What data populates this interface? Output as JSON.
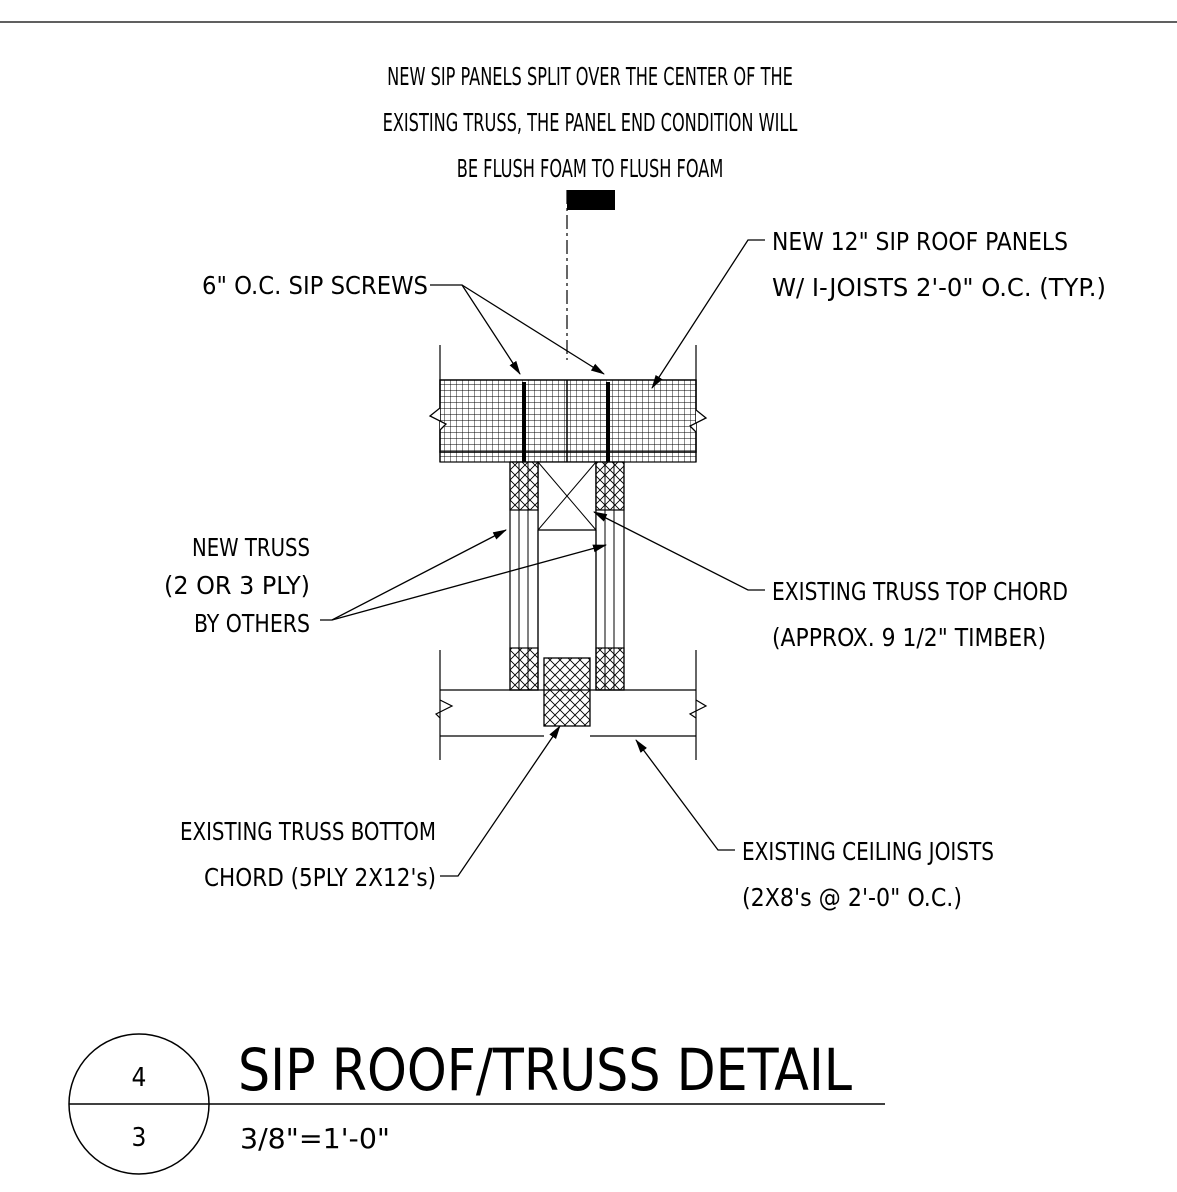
{
  "top_note": {
    "line1": "NEW SIP PANELS SPLIT OVER THE CENTER OF THE",
    "line2": "EXISTING TRUSS, THE PANEL END CONDITION WILL",
    "line3": "BE FLUSH FOAM TO FLUSH FOAM"
  },
  "callouts": {
    "sip_screws": "6\" O.C. SIP SCREWS",
    "sip_panels_1": "NEW 12\" SIP ROOF PANELS",
    "sip_panels_2": "W/ I-JOISTS 2'-0\" O.C. (TYP.)",
    "new_truss_1": "NEW TRUSS",
    "new_truss_2": "(2 OR 3 PLY)",
    "new_truss_3": "BY OTHERS",
    "top_chord_1": "EXISTING TRUSS TOP CHORD",
    "top_chord_2": "(APPROX. 9 1/2\" TIMBER)",
    "bottom_chord_1": "EXISTING TRUSS BOTTOM",
    "bottom_chord_2": "CHORD (5PLY 2X12's)",
    "ceiling_joists_1": "EXISTING CEILING JOISTS",
    "ceiling_joists_2": "(2X8's @ 2'-0\" O.C.)"
  },
  "title_block": {
    "detail_number": "4",
    "sheet_number": "3",
    "title": "SIP ROOF/TRUSS DETAIL",
    "scale": "3/8\"=1'-0\""
  }
}
